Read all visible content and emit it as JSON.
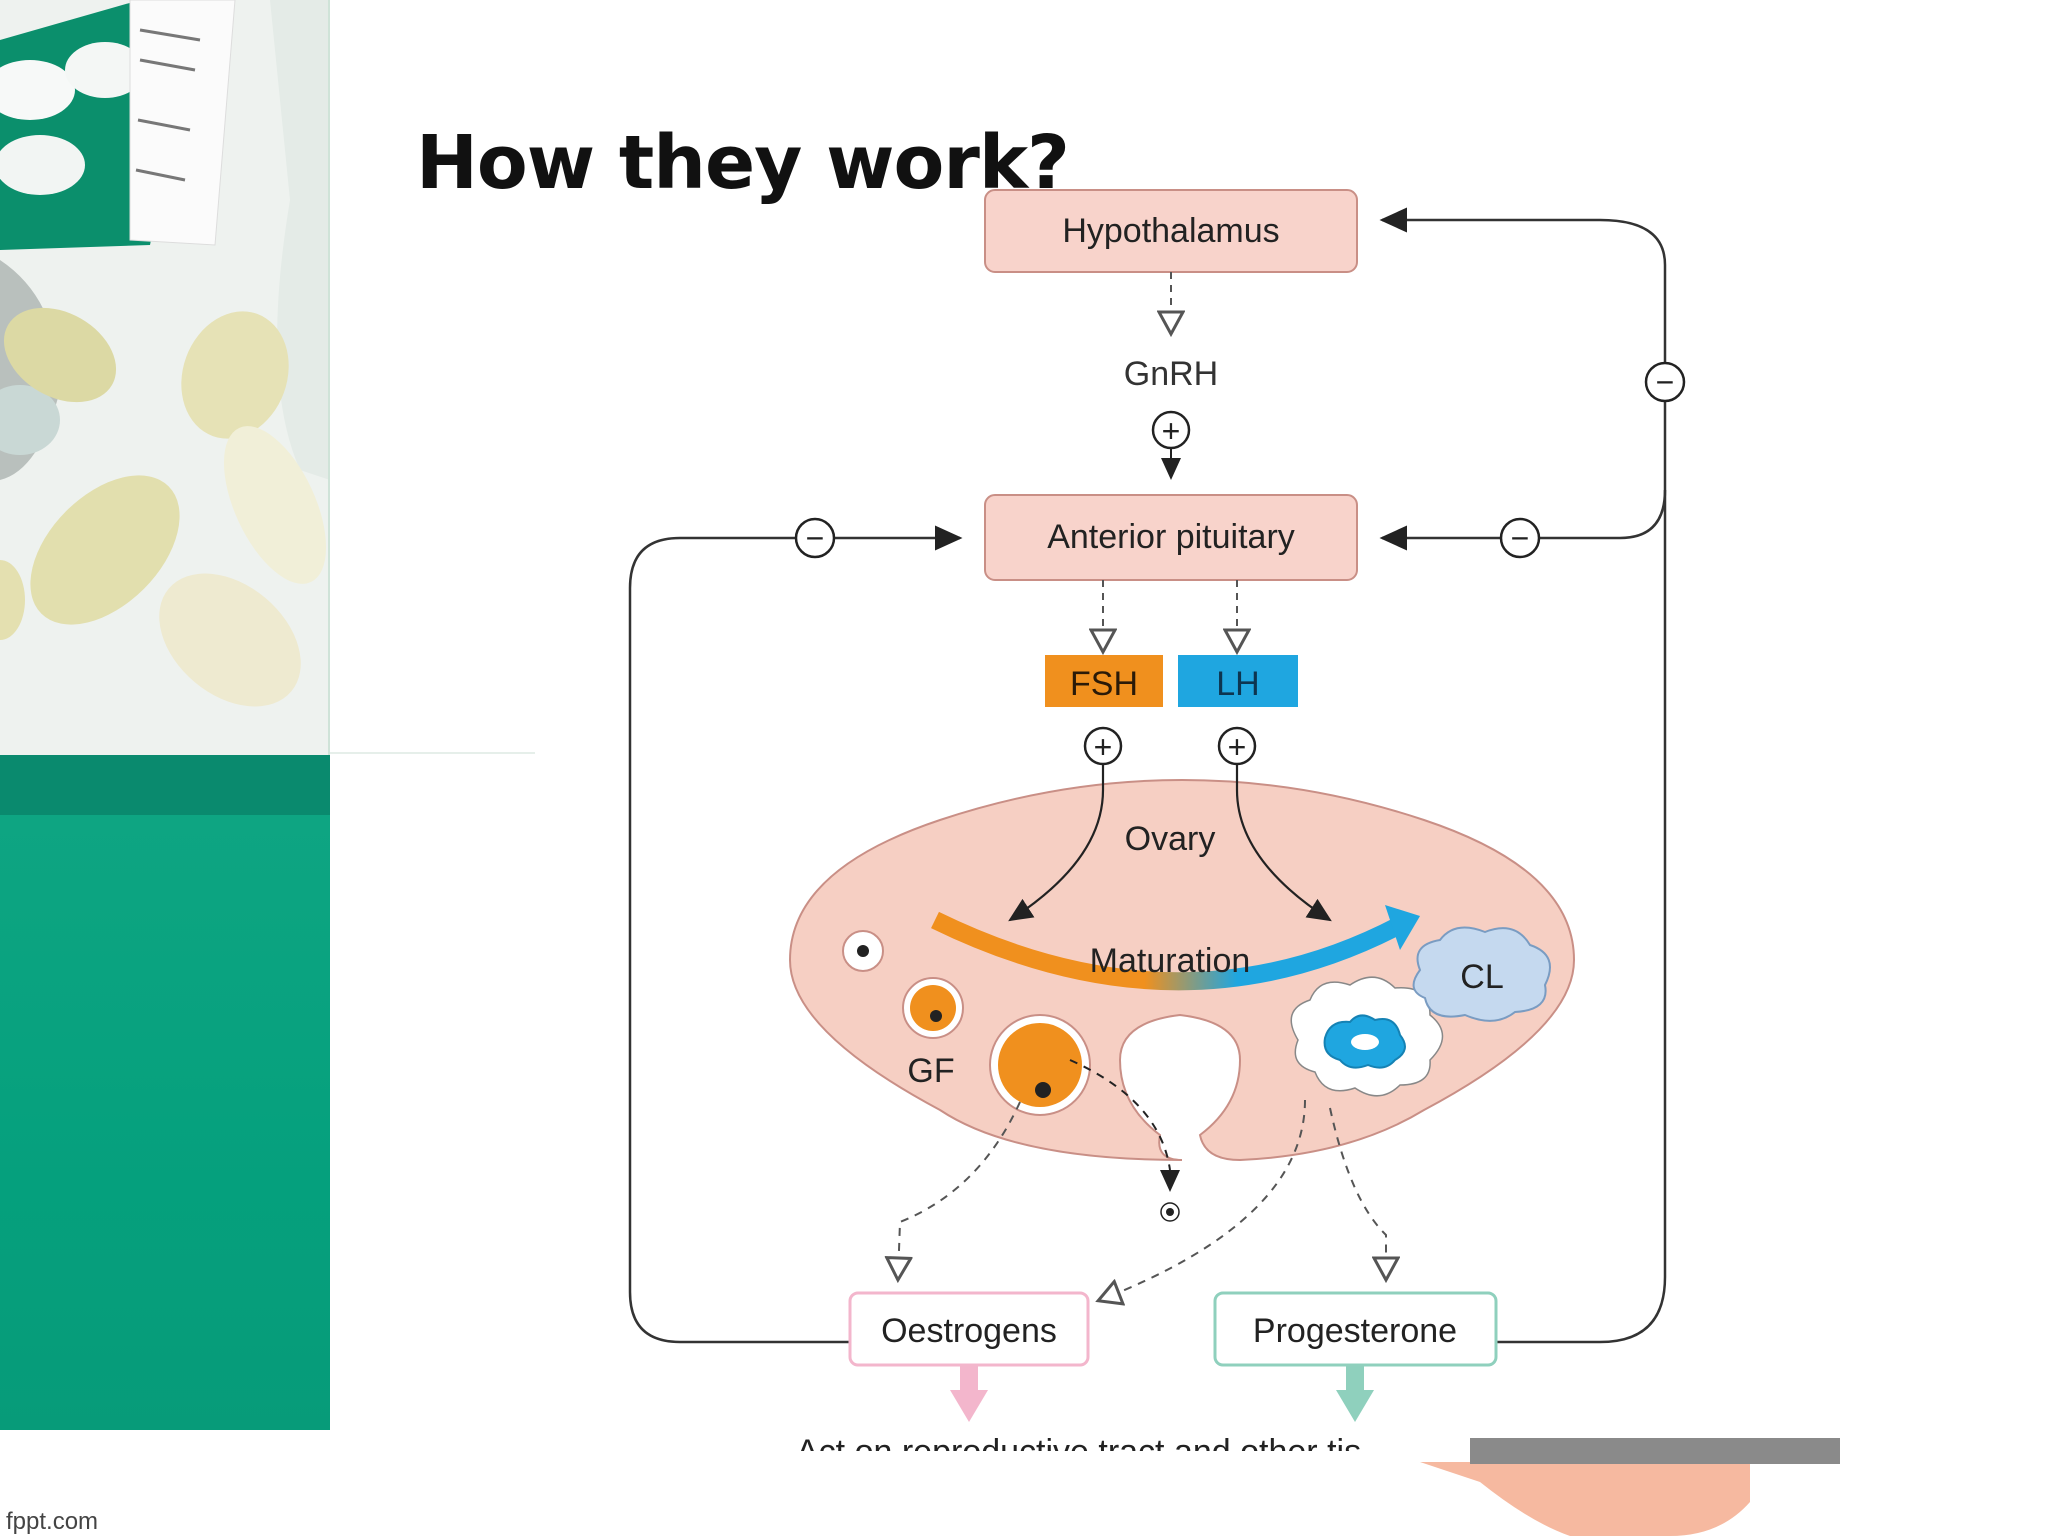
{
  "slide": {
    "title": "How they work?",
    "footer_brand": "fppt.com"
  },
  "diagram": {
    "nodes": {
      "hypothalamus": "Hypothalamus",
      "gnrh": "GnRH",
      "anterior_pituitary": "Anterior pituitary",
      "fsh": "FSH",
      "lh": "LH",
      "ovary": "Ovary",
      "maturation": "Maturation",
      "gf": "GF",
      "cl": "CL",
      "oestrogens": "Oestrogens",
      "progesterone": "Progesterone",
      "caption": "Act on reproductive tract and other tis"
    },
    "signs": {
      "plus": "+",
      "minus": "−"
    },
    "colors": {
      "box_fill": "#f8d3cb",
      "box_stroke": "#c98f86",
      "ovary_fill": "#f6cfc3",
      "fsh": "#f0901e",
      "lh": "#1fa6e0",
      "cl_fill": "#c5d9ef",
      "oestrogens_arrow": "#f3b6cc",
      "progesterone_arrow": "#8fd0bd",
      "line": "#333333"
    }
  },
  "left_panel": {
    "photo_icon": "pills-photo",
    "accent": "#05a07d"
  }
}
